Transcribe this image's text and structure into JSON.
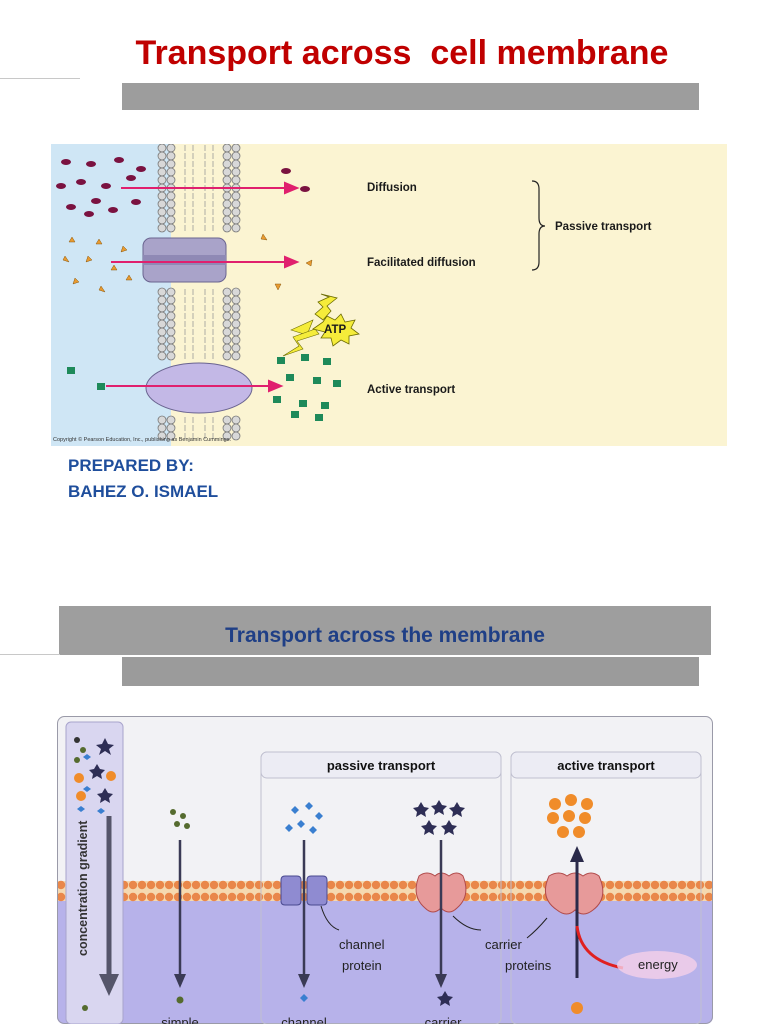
{
  "slide1": {
    "title": "Transport across  cell membrane",
    "figure": {
      "labels": {
        "diffusion": "Diffusion",
        "facilitated": "Facilitated diffusion",
        "active": "Active transport",
        "passive": "Passive transport",
        "atp": "ATP",
        "copyright": "Copyright © Pearson Education, Inc., publishing as Benjamin Cummings."
      }
    },
    "prepared_by": "PREPARED BY:",
    "author": "BAHEZ O. ISMAEL"
  },
  "slide2": {
    "title": "Transport  across the membrane",
    "figure": {
      "gradient_label": "concentration gradient",
      "passive_header": "passive transport",
      "active_header": "active transport",
      "channel_protein_1": "channel",
      "channel_protein_2": "protein",
      "carrier_proteins_1": "carrier",
      "carrier_proteins_2": "proteins",
      "energy": "energy",
      "bottom_simple": "simple",
      "bottom_channel": "channel",
      "bottom_carrier": "carrier"
    }
  },
  "colors": {
    "title_red": "#c00000",
    "blue_text": "#1f4e9c",
    "arrow_pink": "#e0206e",
    "membrane_orange": "#e9874a",
    "cytoplasm_purple": "#b7b2ea"
  }
}
